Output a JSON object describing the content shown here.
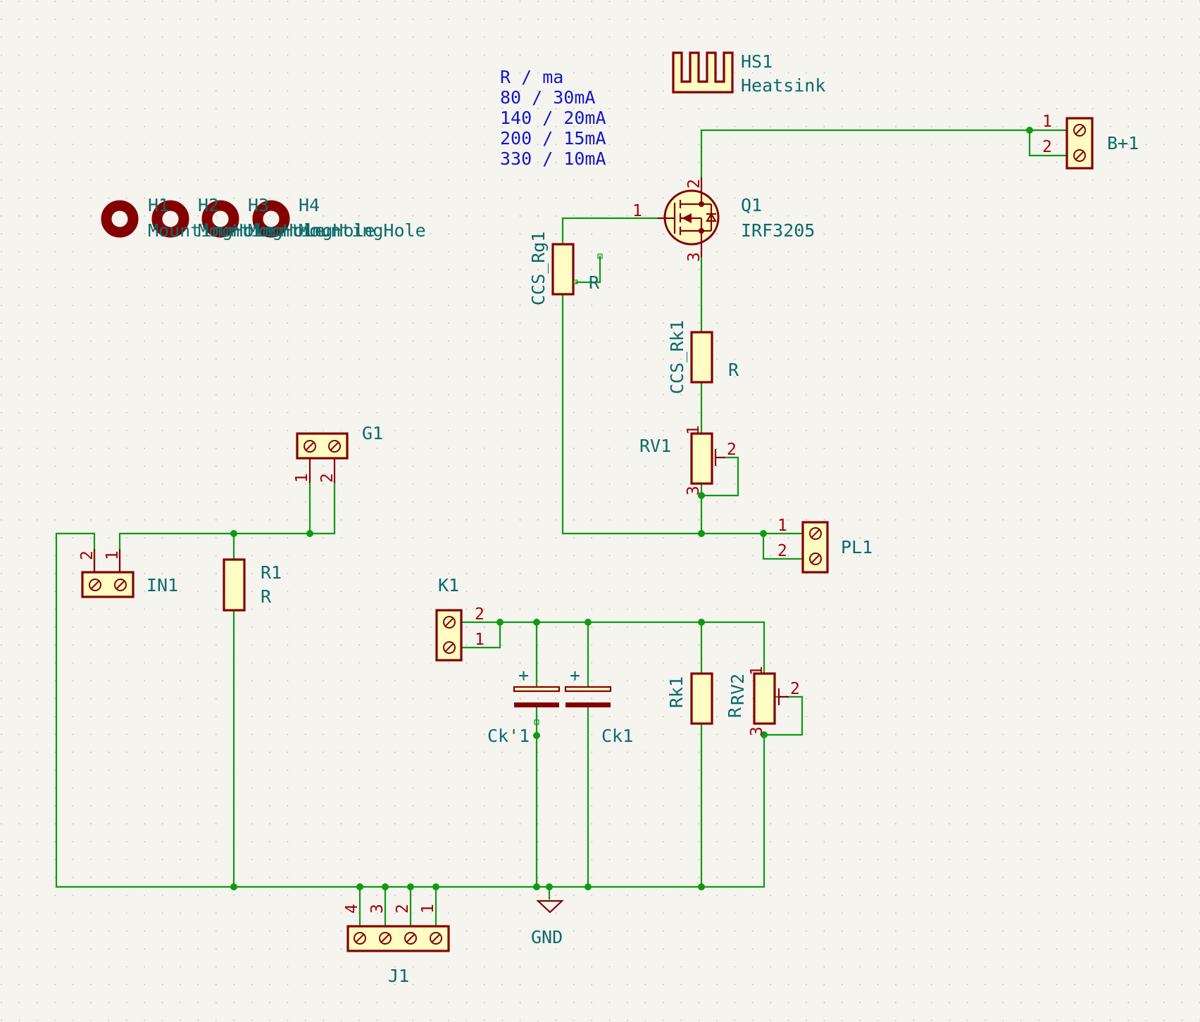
{
  "note": {
    "lines": [
      "R / ma",
      "80 / 30mA",
      "140 / 20mA",
      "200 / 15mA",
      "330 / 10mA"
    ]
  },
  "components": {
    "hs1": {
      "ref": "HS1",
      "value": "Heatsink"
    },
    "h1": {
      "ref": "H1",
      "value": "MountingHole"
    },
    "h2": {
      "ref": "H2",
      "value": "MountingHole"
    },
    "h3": {
      "ref": "H3",
      "value": "MountingHole"
    },
    "h4": {
      "ref": "H4",
      "value": "MountingHole"
    },
    "q1": {
      "ref": "Q1",
      "value": "IRF3205",
      "pins": [
        "1",
        "2",
        "3"
      ]
    },
    "bplus": {
      "ref": "B+1",
      "pins": [
        "1",
        "2"
      ]
    },
    "ccs_rg1": {
      "ref": "CCS_Rg1",
      "value": "R"
    },
    "ccs_rk1": {
      "ref": "CCS_Rk1",
      "value": "R"
    },
    "rv1": {
      "ref": "RV1",
      "pins": [
        "1",
        "2",
        "3"
      ]
    },
    "pl1": {
      "ref": "PL1",
      "pins": [
        "1",
        "2"
      ]
    },
    "g1": {
      "ref": "G1",
      "pins": [
        "1",
        "2"
      ]
    },
    "in1": {
      "ref": "IN1",
      "pins": [
        "2",
        "1"
      ]
    },
    "r1": {
      "ref": "R1",
      "value": "R"
    },
    "k1": {
      "ref": "K1",
      "pins": [
        "2",
        "1"
      ]
    },
    "ck1a": {
      "ref": "Ck'1",
      "polarity": "+"
    },
    "ck1b": {
      "ref": "Ck1",
      "polarity": "+"
    },
    "rk1": {
      "ref": "Rk1",
      "value": "R"
    },
    "rv2": {
      "ref": "RV2",
      "pins": [
        "1",
        "2",
        "3"
      ]
    },
    "j1": {
      "ref": "J1",
      "pins": [
        "4",
        "3",
        "2",
        "1"
      ]
    },
    "gnd": {
      "label": "GND"
    }
  },
  "colors": {
    "background": "#f5f4ef",
    "wire": "#0f9a12",
    "symbol": "#840000",
    "symbol_fill": "#fffdc4",
    "reference_text": "#0b6b6b",
    "pin_text": "#a40000",
    "note_text": "#1218c8"
  }
}
